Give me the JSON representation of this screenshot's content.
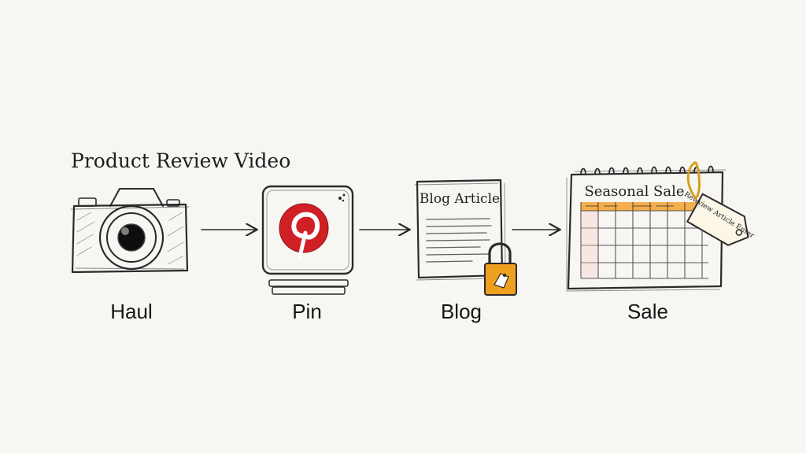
{
  "diagram": {
    "title": "Product Review Video",
    "steps": [
      {
        "label": "Haul"
      },
      {
        "label": "Pin"
      },
      {
        "label": "Blog",
        "card_title": "Blog Article"
      },
      {
        "label": "Sale",
        "card_title": "Seasonal Sale",
        "tag_text": "Rewview Article Enter"
      }
    ],
    "colors": {
      "pinterest": "#d11f26",
      "lock": "#f0a020",
      "calendar_header": "#f4a63a",
      "ink": "#2a2a2a"
    }
  }
}
